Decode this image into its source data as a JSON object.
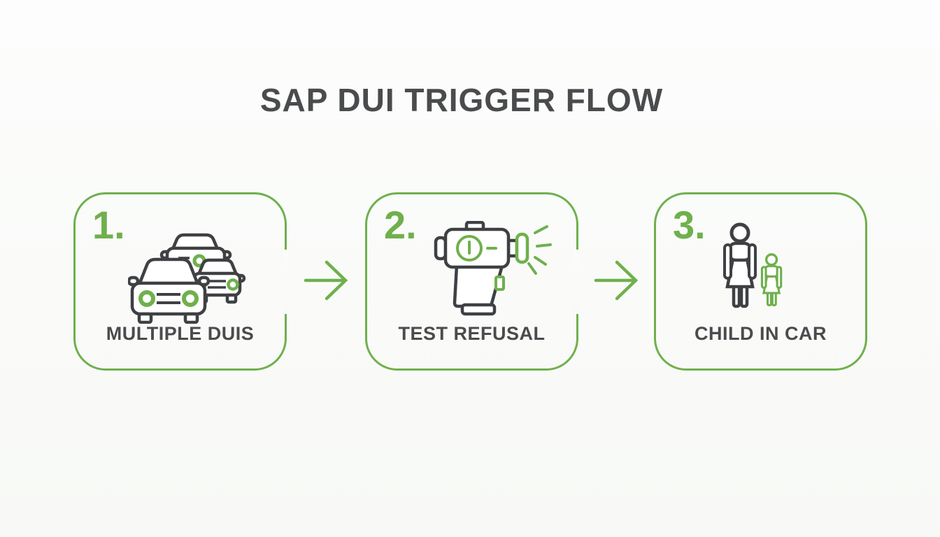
{
  "title": "SAP DUI TRIGGER FLOW",
  "theme": {
    "accent_green": "#6fb04d",
    "icon_dark": "#3f4043",
    "text_dark": "#4a4b4d",
    "background": "#fafbf9"
  },
  "steps": [
    {
      "number": "1.",
      "label": "MULTIPLE DUIS",
      "icon": "traffic-cars-icon"
    },
    {
      "number": "2.",
      "label": "TEST REFUSAL",
      "icon": "breathalyzer-icon"
    },
    {
      "number": "3.",
      "label": "CHILD IN CAR",
      "icon": "adult-and-child-icon"
    }
  ],
  "connectors": [
    {
      "icon": "right-arrow-icon"
    },
    {
      "icon": "right-arrow-icon"
    }
  ]
}
